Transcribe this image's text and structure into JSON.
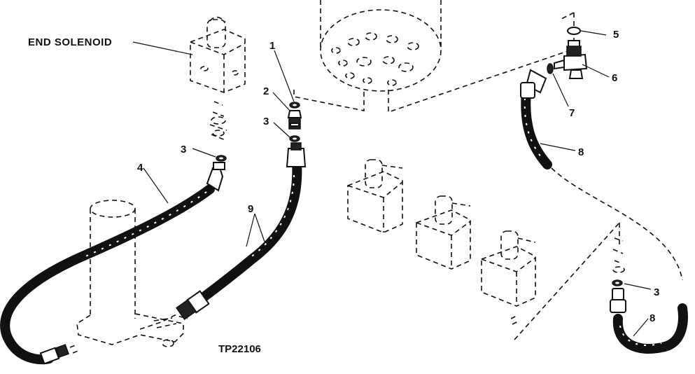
{
  "labels": {
    "end_solenoid": "END SOLENOID",
    "c1": "1",
    "c2": "2",
    "c3a": "3",
    "c3b": "3",
    "c3c": "3",
    "c4": "4",
    "c5": "5",
    "c6": "6",
    "c7": "7",
    "c8a": "8",
    "c8b": "8",
    "c9": "9",
    "figure_id": "TP22106"
  }
}
